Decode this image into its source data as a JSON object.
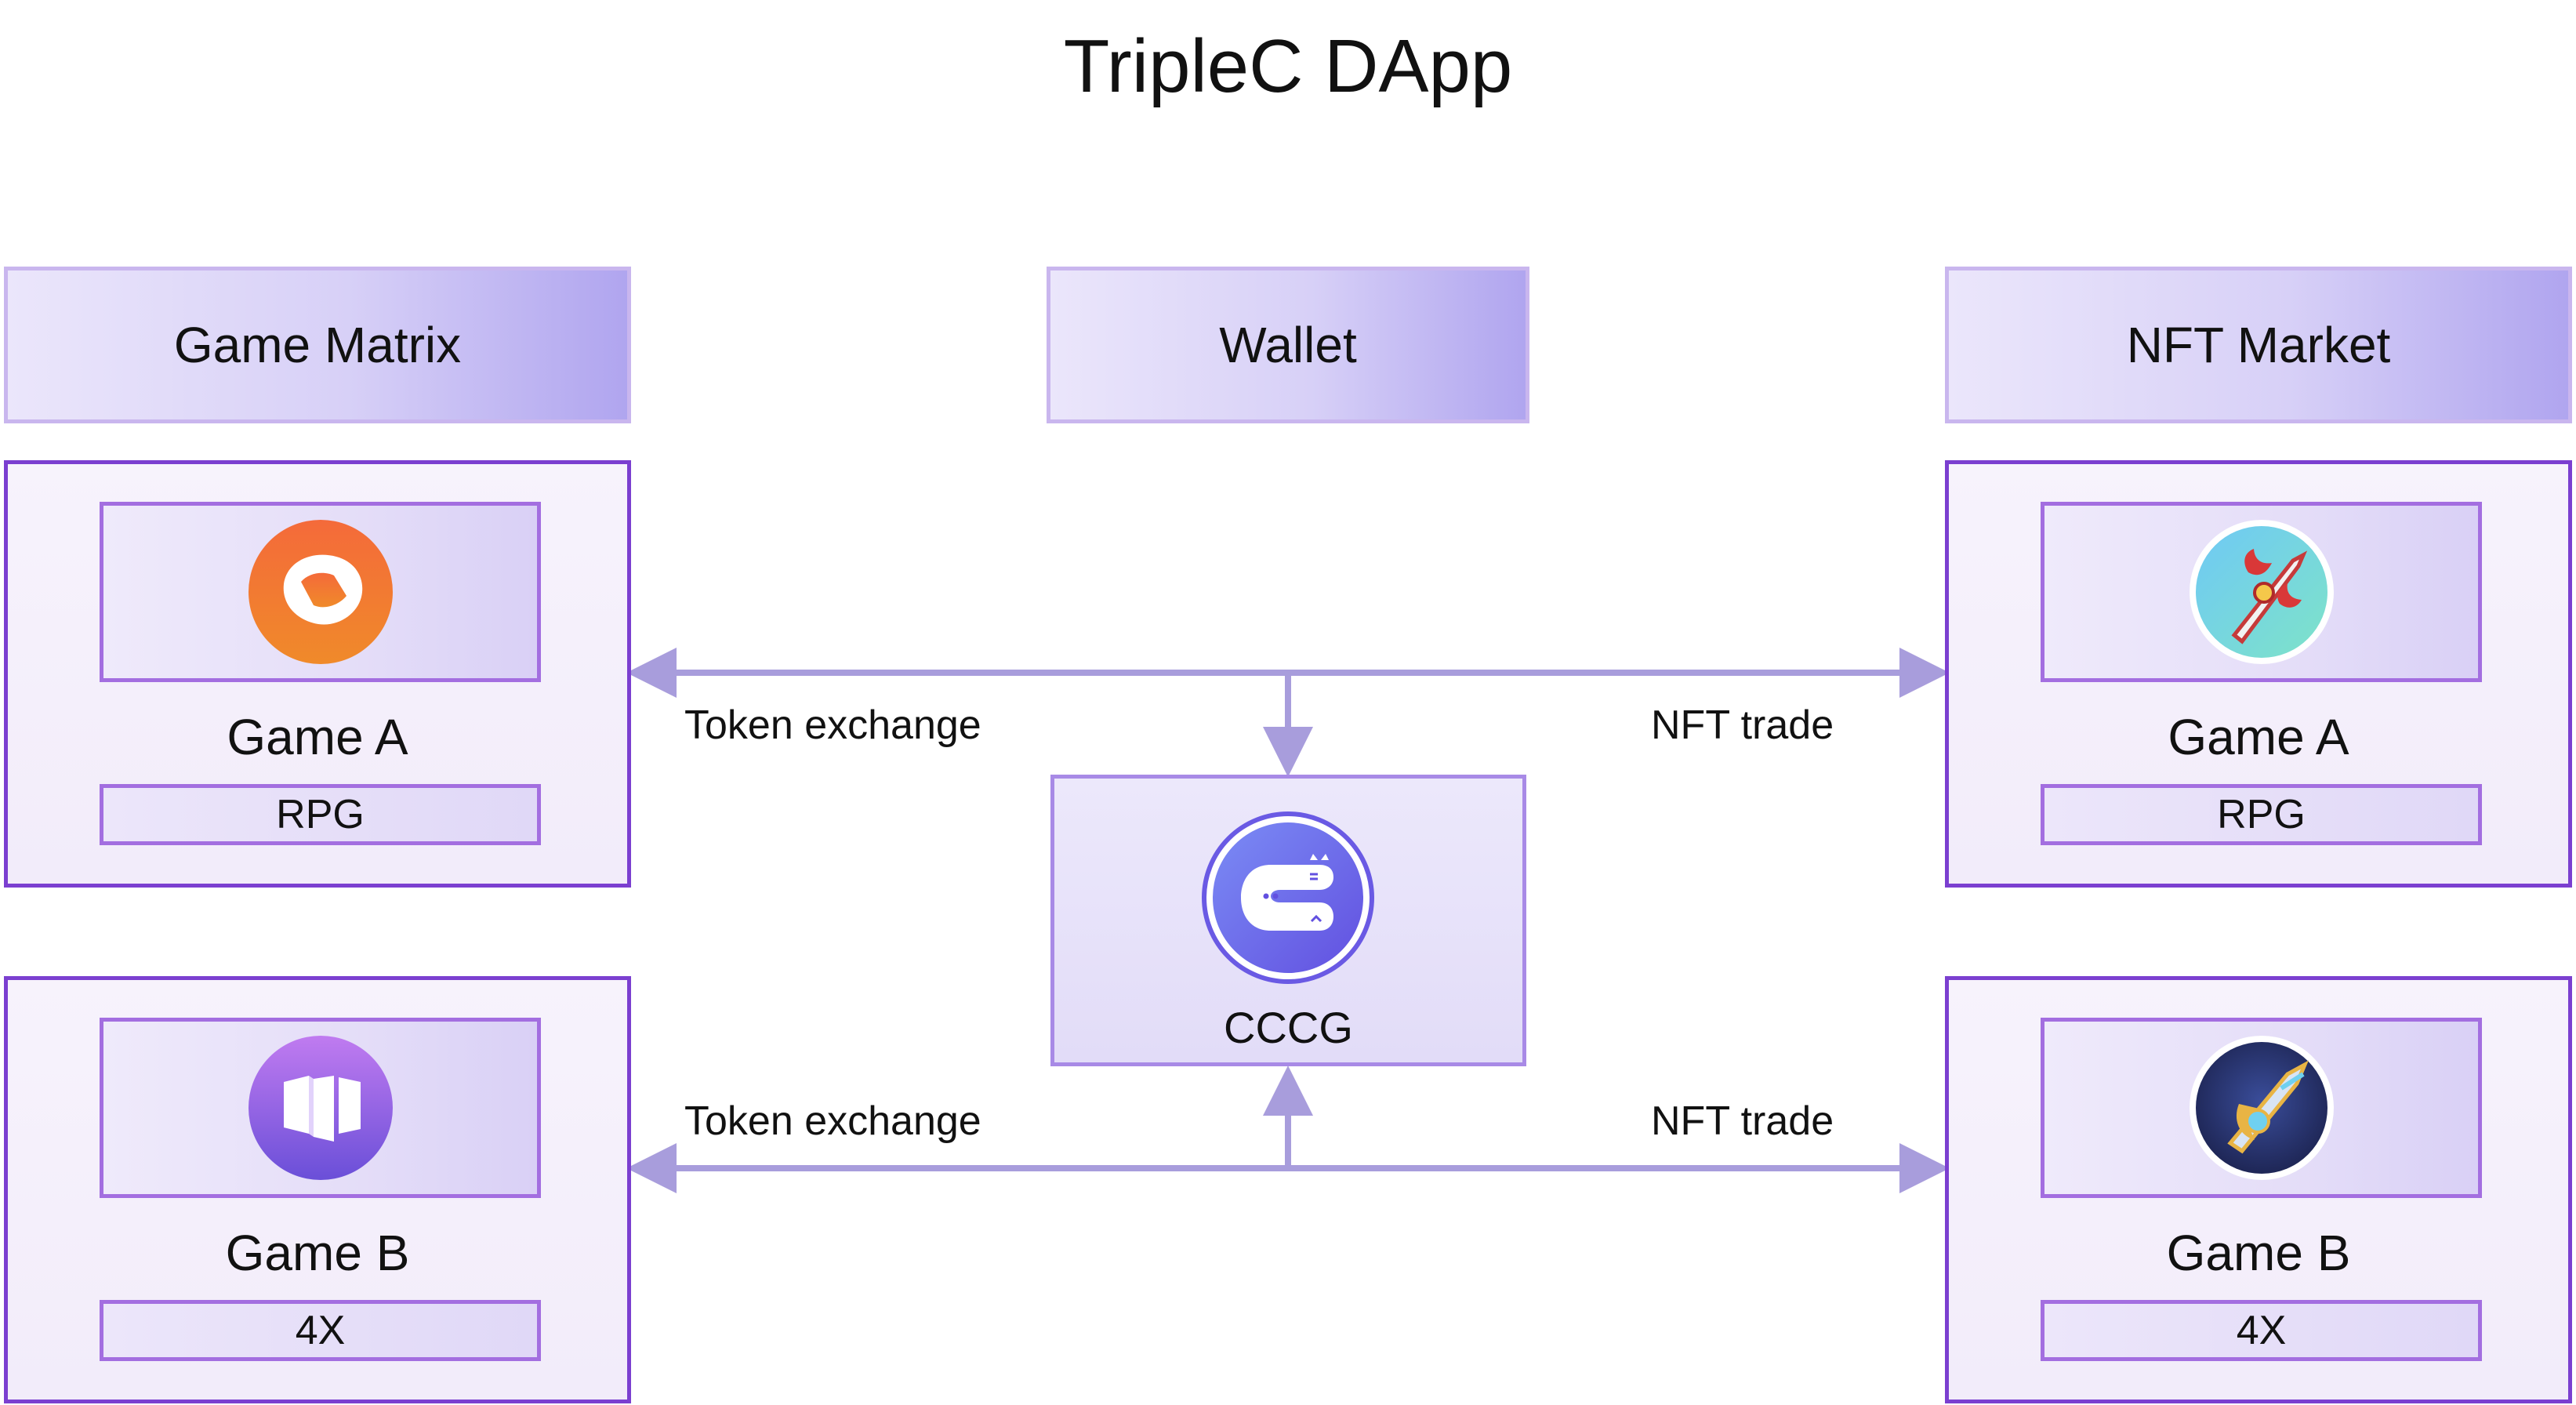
{
  "title": "TripleC DApp",
  "headers": {
    "game_matrix": "Game Matrix",
    "wallet": "Wallet",
    "nft_market": "NFT Market"
  },
  "left_games": [
    {
      "name": "Game A",
      "genre": "RPG",
      "icon": "orange-ball-logo-icon"
    },
    {
      "name": "Game B",
      "genre": "4X",
      "icon": "purple-cube-logo-icon"
    }
  ],
  "right_games": [
    {
      "name": "Game A",
      "genre": "RPG",
      "icon": "sword-artwork-icon"
    },
    {
      "name": "Game B",
      "genre": "4X",
      "icon": "blade-artwork-icon"
    }
  ],
  "center": {
    "name": "CCCG",
    "icon": "cccg-cat-logo-icon"
  },
  "flows": {
    "top_left": "Token exchange",
    "top_right": "NFT trade",
    "bottom_left": "Token exchange",
    "bottom_right": "NFT trade"
  },
  "colors": {
    "panel_border": "#7b3fd0",
    "arrow": "#a89ddc",
    "header_gradient_end": "#b0a5ef"
  }
}
